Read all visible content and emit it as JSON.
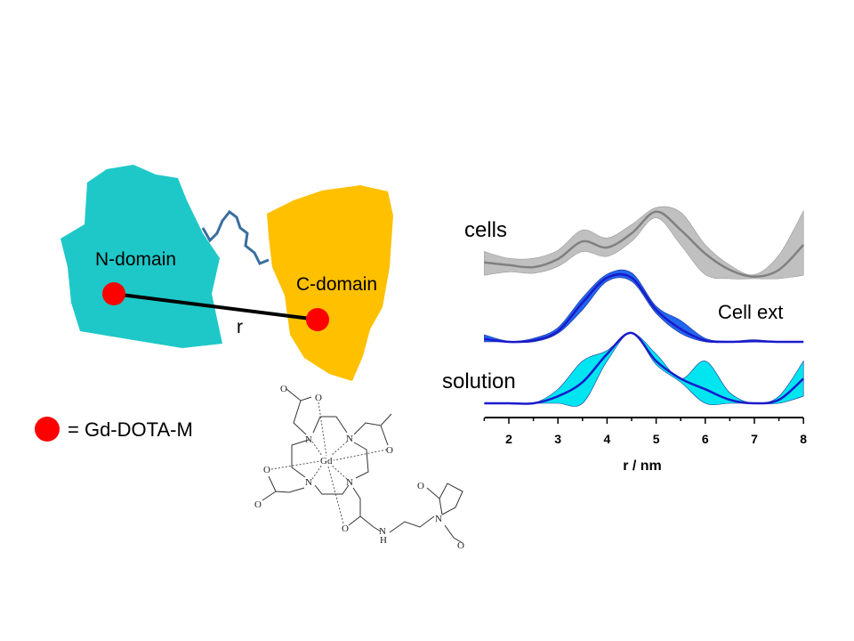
{
  "diagram": {
    "n_domain_label": "N-domain",
    "c_domain_label": "C-domain",
    "distance_label": "r",
    "legend_label": "= Gd-DOTA-M",
    "colors": {
      "n_domain": "#1ec8c8",
      "c_domain": "#ffc000",
      "linker": "#3a6e9e",
      "spin_label": "#ff0000"
    }
  },
  "molecule": {
    "atoms": {
      "o1": "O",
      "o2": "O",
      "o3": "O",
      "o4": "O",
      "o5": "O",
      "o6": "O",
      "o7": "O",
      "o8": "O",
      "n1": "N",
      "n2": "N",
      "n3": "N",
      "n4": "N",
      "n5": "N",
      "nh_n": "N",
      "nh_h": "H",
      "gd": "Gd"
    }
  },
  "chart_data": {
    "type": "area",
    "xlabel": "r / nm",
    "ylabel": "",
    "xlim": [
      1.5,
      8
    ],
    "xticks": [
      "2",
      "3",
      "4",
      "5",
      "6",
      "7",
      "8"
    ],
    "x": [
      1.5,
      2,
      2.5,
      3,
      3.5,
      4,
      4.5,
      5,
      5.5,
      6,
      6.5,
      7,
      7.5,
      8
    ],
    "series": [
      {
        "name": "cells",
        "color": "#808080",
        "band_color": "#c0c0c0",
        "mean": [
          0.24,
          0.2,
          0.17,
          0.29,
          0.55,
          0.46,
          0.67,
          0.99,
          0.72,
          0.37,
          0.13,
          0.03,
          0.13,
          0.5
        ],
        "upper": [
          0.4,
          0.3,
          0.3,
          0.42,
          0.72,
          0.6,
          0.8,
          1.05,
          0.98,
          0.5,
          0.2,
          0.06,
          0.35,
          1.0
        ],
        "lower": [
          0.05,
          0.1,
          0.08,
          0.18,
          0.4,
          0.33,
          0.55,
          0.9,
          0.5,
          0.06,
          0.0,
          0.0,
          0.0,
          0.05
        ]
      },
      {
        "name": "Cell ext",
        "color": "#1a1acc",
        "band_color": "#2266ee",
        "mean": [
          0.04,
          0.0,
          0.02,
          0.15,
          0.55,
          0.9,
          0.9,
          0.45,
          0.18,
          0.02,
          0.0,
          0.01,
          0.0,
          0.0
        ],
        "upper": [
          0.1,
          0.01,
          0.05,
          0.2,
          0.62,
          0.95,
          0.97,
          0.5,
          0.3,
          0.05,
          0.01,
          0.03,
          0.0,
          0.0
        ],
        "lower": [
          0.0,
          0.0,
          0.0,
          0.12,
          0.45,
          0.85,
          0.85,
          0.4,
          0.12,
          0.0,
          0.0,
          0.0,
          0.0,
          0.0
        ]
      },
      {
        "name": "solution",
        "color": "#1a1acc",
        "band_color": "#00e5f0",
        "mean": [
          0.0,
          0.0,
          0.0,
          0.1,
          0.3,
          0.7,
          1.0,
          0.6,
          0.35,
          0.2,
          0.05,
          0.0,
          0.05,
          0.35
        ],
        "upper": [
          0.0,
          0.0,
          0.0,
          0.2,
          0.6,
          0.75,
          1.0,
          0.7,
          0.35,
          0.6,
          0.15,
          0.0,
          0.1,
          0.6
        ],
        "lower": [
          0.0,
          0.0,
          0.0,
          0.0,
          0.0,
          0.6,
          1.0,
          0.55,
          0.3,
          0.0,
          0.0,
          0.0,
          0.0,
          0.1
        ]
      }
    ]
  }
}
